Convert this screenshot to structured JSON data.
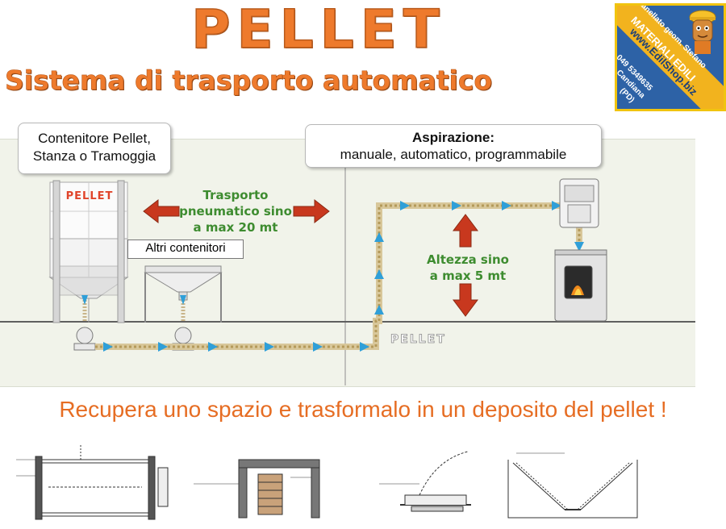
{
  "header": {
    "title": "PELLET",
    "subtitle": "Sistema di trasporto automatico"
  },
  "logo": {
    "line1": "Zanellato geom. Stefano",
    "line2": "MATERIALI EDILI",
    "line3": "www.EdilShop.biz",
    "line4": "049 5349635",
    "line5": "Candiana",
    "line6": "(PD)"
  },
  "diagram": {
    "contenitore_label": "Contenitore Pellet,\nStanza o Tramoggia",
    "aspirazione_title": "Aspirazione:",
    "aspirazione_modes": "manuale, automatico, programmabile",
    "altri_contenitori": "Altri contenitori",
    "trasporto_text": "Trasporto\npneumatico sino\na max 20 mt",
    "altezza_text": "Altezza sino\na max 5 mt",
    "tank_label": "PELLET",
    "pipe_label": "PELLET"
  },
  "tagline": "Recupera uno spazio e trasformalo in un deposito del pellet !",
  "colors": {
    "accent_orange": "#ee7a2c",
    "arrow_red": "#c8381e",
    "text_green": "#3e8c30",
    "flow_blue": "#2f9fd8",
    "panel_bg": "#f1f3ea"
  }
}
